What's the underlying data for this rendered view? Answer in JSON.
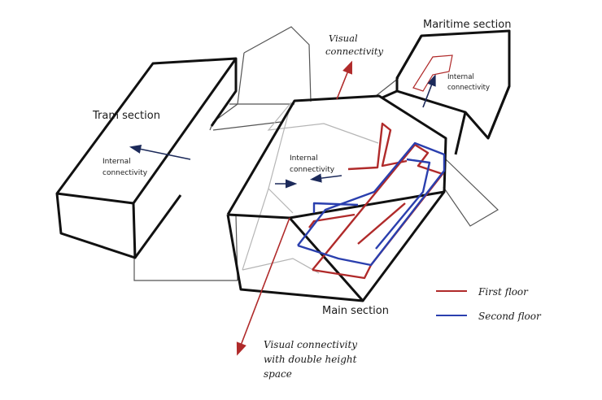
{
  "labels": {
    "maritime_section": "Maritime section",
    "tram_section": "Tram section",
    "main_section": "Main section",
    "visual_top_line1": "Visual",
    "visual_top_line2": "connectivity",
    "visual_bottom_line1": "Visual connectivity",
    "visual_bottom_line2": "with double height",
    "visual_bottom_line3": "space",
    "internal_tram_line1": "Internal",
    "internal_tram_line2": "connectivity",
    "internal_main_line1": "Internal",
    "internal_main_line2": "connectivity",
    "internal_maritime_line1": "Internal",
    "internal_maritime_line2": "connectivity"
  },
  "legend": {
    "first_floor": "First floor",
    "second_floor": "Second floor"
  },
  "colors": {
    "outline": "#111111",
    "faint": "#9a9a9a",
    "first_floor": "#b02a2a",
    "second_floor": "#2a3fae",
    "arrow_navy": "#1c2a5a"
  }
}
